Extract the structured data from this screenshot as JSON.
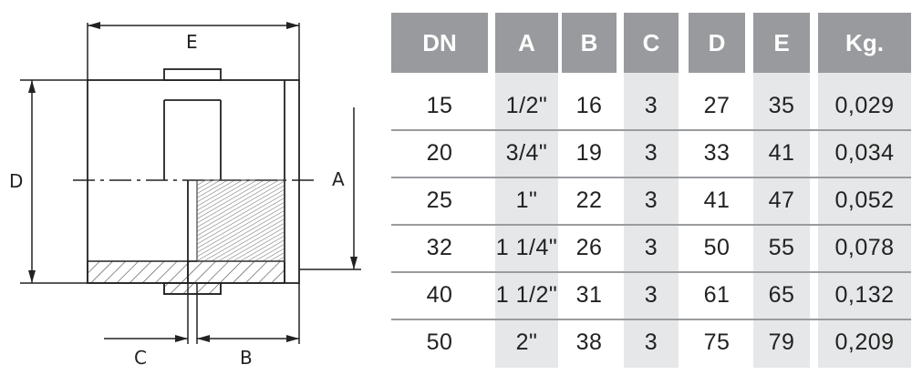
{
  "drawing": {
    "labels": {
      "E": "E",
      "D": "D",
      "A": "A",
      "C": "C",
      "B": "B"
    }
  },
  "table": {
    "headers": [
      "DN",
      "A",
      "B",
      "C",
      "D",
      "E",
      "Kg."
    ],
    "rows": [
      [
        "15",
        "1/2\"",
        "16",
        "3",
        "27",
        "35",
        "0,029"
      ],
      [
        "20",
        "3/4\"",
        "19",
        "3",
        "33",
        "41",
        "0,034"
      ],
      [
        "25",
        "1\"",
        "22",
        "3",
        "41",
        "47",
        "0,052"
      ],
      [
        "32",
        "1 1/4\"",
        "26",
        "3",
        "50",
        "55",
        "0,078"
      ],
      [
        "40",
        "1 1/2\"",
        "31",
        "3",
        "61",
        "65",
        "0,132"
      ],
      [
        "50",
        "2\"",
        "38",
        "3",
        "75",
        "79",
        "0,209"
      ]
    ]
  }
}
